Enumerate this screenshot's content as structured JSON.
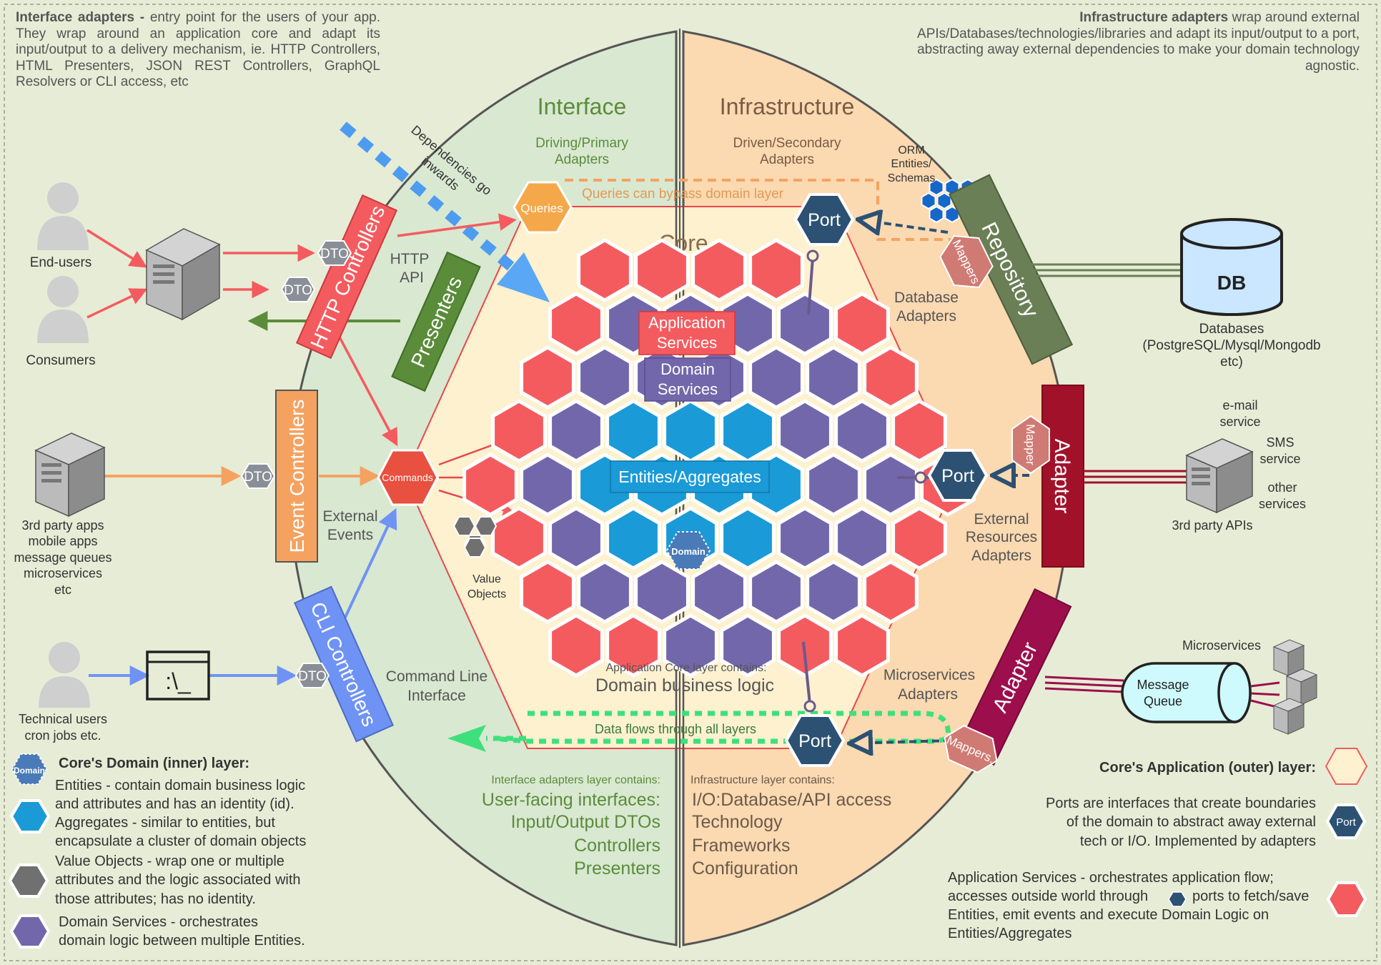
{
  "notes": {
    "interface_heading": "Interface adapters -",
    "interface_body": "entry point for the users of your app. They wrap around an application core and adapt its input/output to a delivery mechanism, ie. HTTP Controllers, HTML Presenters, JSON REST Controllers, GraphQL Resolvers or CLI access, etc",
    "infra_heading": "Infrastructure adapters",
    "infra_body": "wrap around external APIs/Databases/technologies/libraries and adapt its input/output to a port, abstracting away external dependencies to make your domain technology agnostic."
  },
  "regions": {
    "interface_title": "Interface",
    "interface_subtitle": [
      "Driving/Primary",
      "Adapters"
    ],
    "infra_title": "Infrastructure",
    "infra_subtitle": [
      "Driven/Secondary",
      "Adapters"
    ],
    "core_title": "Core"
  },
  "actors": {
    "end_users": "End-users",
    "consumers": "Consumers",
    "third_party": [
      "3rd party apps",
      "mobile apps",
      "message queues",
      "microservices",
      "etc"
    ],
    "technical": [
      "Technical users",
      "cron jobs etc."
    ],
    "cli_symbol": ":\\_"
  },
  "interface_adapters": {
    "http_controllers": "HTTP Controllers",
    "presenters": "Presenters",
    "event_controllers": "Event Controllers",
    "cli_controllers": "CLI Controllers",
    "dto": "DTO",
    "http_api": [
      "HTTP",
      "API"
    ],
    "external_events": [
      "External",
      "Events"
    ],
    "command_line": [
      "Command Line",
      "Interface"
    ],
    "dependencies": [
      "Dependencies go",
      "inwards"
    ]
  },
  "core": {
    "queries": "Queries",
    "commands": "Commands",
    "bypass": "Queries can bypass domain layer",
    "app_services": [
      "Application",
      "Services"
    ],
    "domain_services": [
      "Domain",
      "Services"
    ],
    "entities": "Entities/Aggregates",
    "domain": "Domain",
    "value_objects": [
      "Value",
      "Objects"
    ],
    "contains_label": "Application Core layer contains:",
    "contains_value": "Domain business logic",
    "data_flows": "Data flows through all layers"
  },
  "infrastructure": {
    "port": "Port",
    "orm": [
      "ORM",
      "Entities/",
      "Schemas"
    ],
    "repository": "Repository",
    "mappers": "Mappers",
    "mappers_short": "Mapper",
    "mappers_dot": "Mappers.",
    "database_adapters": [
      "Database",
      "Adapters"
    ],
    "db": "DB",
    "databases": [
      "Databases",
      "(PostgreSQL/Mysql/Mongodb",
      "etc)"
    ],
    "adapter": "Adapter",
    "external_resources": [
      "External",
      "Resources",
      "Adapters"
    ],
    "services": [
      "e-mail",
      "service",
      "SMS",
      "service",
      "other",
      "services"
    ],
    "third_party_apis": "3rd party APIs",
    "microservices_adapters": [
      "Microservices",
      "Adapters"
    ],
    "microservices": "Microservices",
    "message_queue": [
      "Message",
      "Queue"
    ]
  },
  "layer_contents": {
    "interface_label": "Interface adapters layer contains:",
    "interface_items": [
      "User-facing interfaces:",
      "Input/Output DTOs",
      "Controllers",
      "Presenters"
    ],
    "infra_label": "Infrastructure layer contains:",
    "infra_items": [
      "I/O:Database/API access",
      "Technology",
      "Frameworks",
      "Configuration"
    ]
  },
  "legend_left": {
    "title": "Core's Domain (inner) layer:",
    "domain_icon": "Domain",
    "lines": [
      "Entities - contain domain business logic",
      "and attributes and has an identity (id).",
      "Aggregates - similar to entities, but",
      "encapsulate a cluster of domain objects",
      "Value Objects - wrap one or multiple",
      "attributes and the logic associated with",
      "those attributes; has no identity.",
      "Domain Services - orchestrates",
      "domain logic between multiple Entities."
    ]
  },
  "legend_right": {
    "title": "Core's Application (outer) layer:",
    "ports_lines": [
      "Ports are interfaces that create boundaries",
      "of the domain to abstract away external",
      "tech or I/O. Implemented by adapters"
    ],
    "port_icon": "Port",
    "app_lines": [
      "Application Services - orchestrates application flow;",
      "accesses outside world through",
      "ports to fetch/save",
      "Entities, emit events and execute Domain Logic on",
      "Entities/Aggregates"
    ]
  },
  "colors": {
    "interface_bg": "#d9e8d1",
    "infra_bg": "#fbd9b1",
    "core_bg": "#fdf1cf",
    "red_hex": "#f45b5f",
    "purple_hex": "#7367ab",
    "blue_hex": "#1a9ad7",
    "port": "#2c5172"
  }
}
